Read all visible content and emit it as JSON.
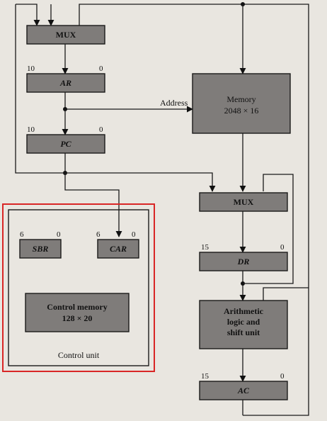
{
  "registers": {
    "mux_top": "MUX",
    "ar": "AR",
    "pc": "PC",
    "mux_mid": "MUX",
    "dr": "DR",
    "sbr": "SBR",
    "car": "CAR",
    "ac": "AC"
  },
  "memory": {
    "title": "Memory",
    "size": "2048 × 16"
  },
  "control_memory": {
    "title": "Control memory",
    "size": "128 × 20"
  },
  "control_unit": {
    "label": "Control unit"
  },
  "alu": {
    "line1": "Arithmetic",
    "line2": "logic and",
    "line3": "shift unit"
  },
  "wires": {
    "address_label": "Address"
  },
  "bit_ranges": {
    "ar_hi": "10",
    "ar_lo": "0",
    "pc_hi": "10",
    "pc_lo": "0",
    "sbr_hi": "6",
    "sbr_lo": "0",
    "car_hi": "6",
    "car_lo": "0",
    "dr_hi": "15",
    "dr_lo": "0",
    "ac_hi": "15",
    "ac_lo": "0"
  },
  "colors": {
    "box_fill": "#7f7c7a",
    "highlight": "#d92626",
    "background": "#e9e6e0"
  }
}
